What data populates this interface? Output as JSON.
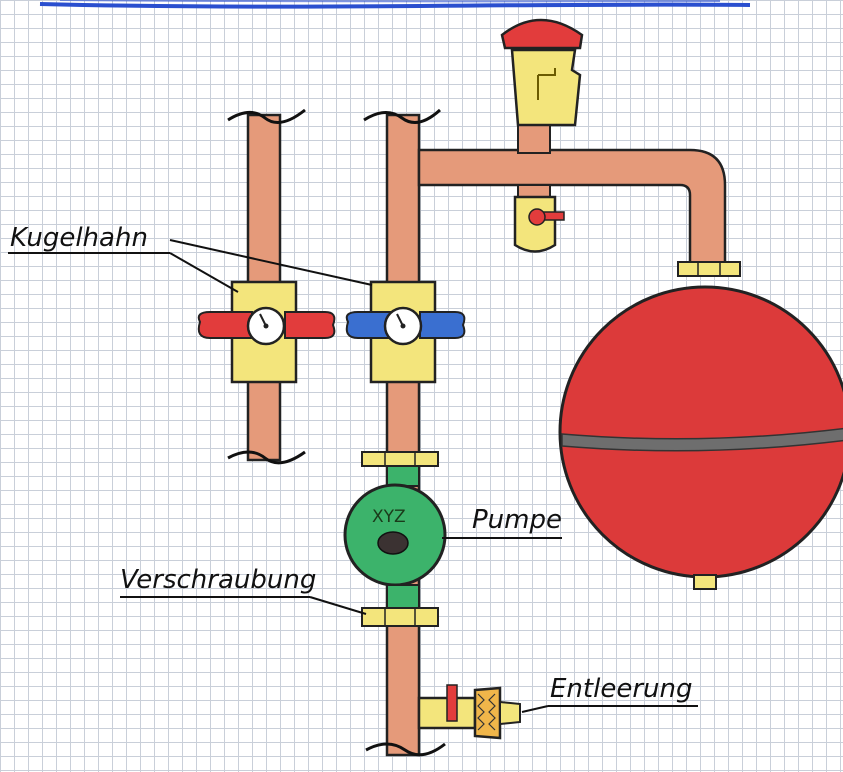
{
  "labels": {
    "ball_valve": "Kugelhahn",
    "pump": "Pumpe",
    "union": "Verschraubung",
    "drain": "Entleerung",
    "pump_marking": "XYZ"
  },
  "colors": {
    "pipe": "#e59a7a",
    "fitting": "#f3e57c",
    "valve_hot": "#e23c3c",
    "valve_cold": "#3a6fd0",
    "pump": "#3cb36b",
    "vessel": "#dc3a3a",
    "title_underline": "#2a4fcf"
  }
}
